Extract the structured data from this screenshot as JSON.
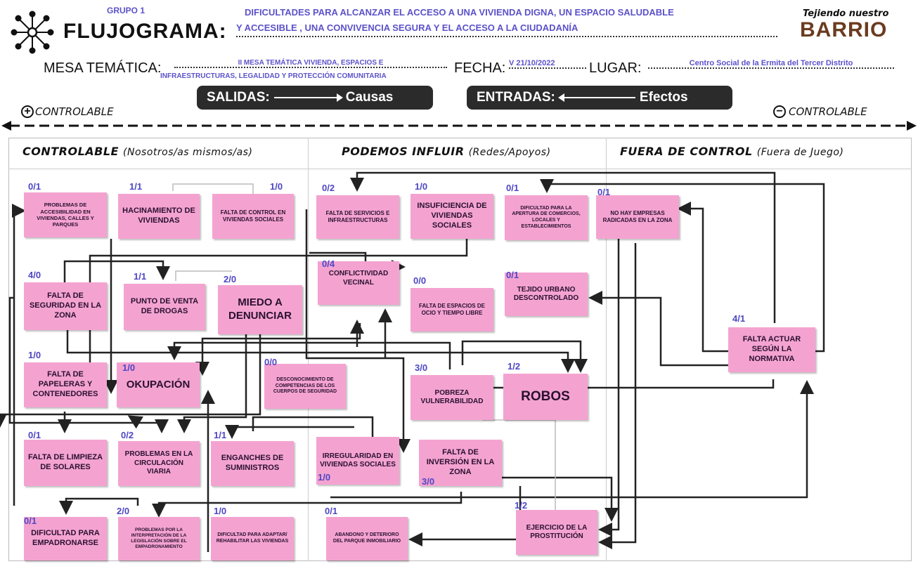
{
  "header": {
    "group": "GRUPO 1",
    "title": "FLUJOGRAMA:",
    "problem_line1": "DIFICULTADES PARA ALCANZAR EL ACCESO A UNA VIVIENDA DIGNA, UN ESPACIO SALUDABLE",
    "problem_line2": "Y ACCESIBLE , UNA CONVIVENCIA SEGURA Y EL ACCESO A LA CIUDADANÍA",
    "logo_top": "Tejiendo nuestro",
    "logo_bottom": "BARRIO",
    "mesa_label": "MESA TEMÁTICA:",
    "mesa_value_1": "II MESA TEMÁTICA VIVIENDA, ESPACIOS E",
    "mesa_value_2": "INFRAESTRUCTURAS, LEGALIDAD Y PROTECCIÓN COMUNITARIA",
    "fecha_label": "FECHA:",
    "fecha_value": "V 21/10/2022",
    "lugar_label": "LUGAR:",
    "lugar_value": "Centro Social de la Ermita del Tercer Distrito",
    "salidas_label": "SALIDAS:",
    "salidas_value": "Causas",
    "entradas_label": "ENTRADAS:",
    "entradas_value": "Efectos",
    "left_control": "CONTROLABLE",
    "right_control": "CONTROLABLE",
    "plus_symbol": "+",
    "minus_symbol": "−"
  },
  "columns": [
    {
      "title": "CONTROLABLE",
      "sub": "(Nosotros/as mismos/as)"
    },
    {
      "title": "PODEMOS INFLUIR",
      "sub": "(Redes/Apoyos)"
    },
    {
      "title": "FUERA DE CONTROL",
      "sub": "(Fuera de Juego)"
    }
  ],
  "notes": [
    {
      "id": "n1",
      "score": "0/1",
      "text": "PROBLEMAS DE ACCESIBILIDAD EN VIVIENDAS, CALLES Y PARQUES"
    },
    {
      "id": "n2",
      "score": "1/1",
      "text": "HACINAMIENTO DE VIVIENDAS"
    },
    {
      "id": "n3",
      "score": "1/0",
      "text": "FALTA DE CONTROL EN VIVIENDAS SOCIALES"
    },
    {
      "id": "n4",
      "score": "0/2",
      "text": "FALTA DE SERVICIOS E INFRAESTRUCTURAS"
    },
    {
      "id": "n5",
      "score": "1/0",
      "text": "INSUFICIENCIA DE VIVIENDAS SOCIALES"
    },
    {
      "id": "n6",
      "score": "0/1",
      "text": "DIFICULTAD PARA LA APERTURA DE COMERCIOS, LOCALES Y ESTABLECIMIENTOS"
    },
    {
      "id": "n7",
      "score": "0/1",
      "text": "NO HAY EMPRESAS RADICADAS EN LA ZONA"
    },
    {
      "id": "n8",
      "score": "4/0",
      "text": "FALTA DE SEGURIDAD EN LA ZONA"
    },
    {
      "id": "n9",
      "score": "1/1",
      "text": "PUNTO DE VENTA DE DROGAS"
    },
    {
      "id": "n10",
      "score": "2/0",
      "text": "MIEDO A DENUNCIAR"
    },
    {
      "id": "n11",
      "score": "0/4",
      "text": "CONFLICTIVIDAD VECINAL"
    },
    {
      "id": "n12",
      "score": "0/0",
      "text": "FALTA DE ESPACIOS DE OCIO Y TIEMPO LIBRE"
    },
    {
      "id": "n13",
      "score": "0/1",
      "text": "TEJIDO URBANO DESCONTROLADO"
    },
    {
      "id": "n14",
      "score": "4/1",
      "text": "FALTA ACTUAR SEGÚN LA NORMATIVA"
    },
    {
      "id": "n15",
      "score": "1/0",
      "text": "FALTA DE PAPELERAS Y CONTENEDORES"
    },
    {
      "id": "n16",
      "score": "1/0",
      "text": "OKUPACIÓN"
    },
    {
      "id": "n17",
      "score": "0/0",
      "text": "DESCONOCIMIENTO DE COMPETENCIAS DE LOS CUERPOS DE SEGURIDAD"
    },
    {
      "id": "n18",
      "score": "3/0",
      "text": "POBREZA VULNERABILIDAD"
    },
    {
      "id": "n19",
      "score": "1/2",
      "text": "ROBOS"
    },
    {
      "id": "n20",
      "score": "0/1",
      "text": "FALTA DE LIMPIEZA DE SOLARES"
    },
    {
      "id": "n21",
      "score": "0/2",
      "text": "PROBLEMAS EN LA CIRCULACIÓN VIARIA"
    },
    {
      "id": "n22",
      "score": "1/1",
      "text": "ENGANCHES DE SUMINISTROS"
    },
    {
      "id": "n23",
      "score": "1/0",
      "text": "IRREGULARIDAD EN VIVIENDAS SOCIALES"
    },
    {
      "id": "n24",
      "score": "3/0",
      "text": "FALTA DE INVERSIÓN EN LA ZONA"
    },
    {
      "id": "n25",
      "score": "0/1",
      "text": "DIFICULTAD PARA EMPADRONARSE"
    },
    {
      "id": "n26",
      "score": "2/0",
      "text": "PROBLEMAS POR LA INTERPRETACIÓN DE LA LEGISLACIÓN SOBRE EL EMPADRONAMIENTO"
    },
    {
      "id": "n27",
      "score": "1/0",
      "text": "DIFICULTAD PARA ADAPTAR/ REHABILITAR LAS VIVIENDAS"
    },
    {
      "id": "n28",
      "score": "0/1",
      "text": "ABANDONO Y DETERIORO DEL PARQUE INMOBILIARIO"
    },
    {
      "id": "n29",
      "score": "1/2",
      "text": "EJERCICIO DE LA PROSTITUCIÓN"
    }
  ],
  "colors": {
    "note": "#f4a3d1",
    "score": "#4d46c4",
    "pill": "#2b2b2b",
    "title_blue": "#5b52c9"
  }
}
